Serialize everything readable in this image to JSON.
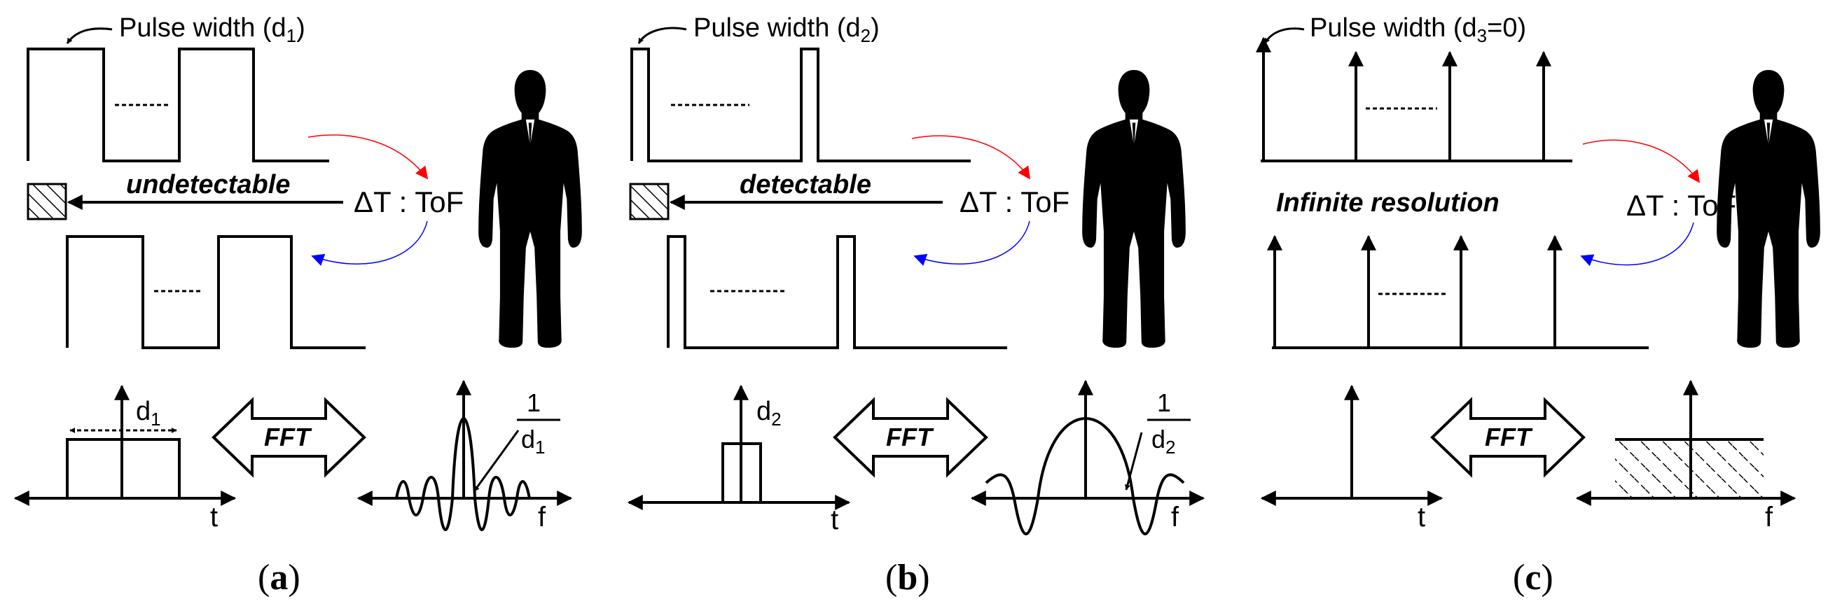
{
  "panels": [
    {
      "id": "a",
      "pulse_label": "Pulse width (d",
      "pulse_sub": "1",
      "pulse_close": ")",
      "status_text": "undetectable",
      "tof_text": "ΔT : ToF",
      "fft_label": "FFT",
      "d_label": "d",
      "d_sub": "1",
      "freq_num": "1",
      "freq_den": "d",
      "freq_den_sub": "1",
      "t_label": "t",
      "f_label": "f",
      "caption_open": "(",
      "caption_letter": "a",
      "caption_close": ")"
    },
    {
      "id": "b",
      "pulse_label": "Pulse width (d",
      "pulse_sub": "2",
      "pulse_close": ")",
      "status_text": "detectable",
      "tof_text": "ΔT : ToF",
      "fft_label": "FFT",
      "d_label": "d",
      "d_sub": "2",
      "freq_num": "1",
      "freq_den": "d",
      "freq_den_sub": "2",
      "t_label": "t",
      "f_label": "f",
      "caption_open": "(",
      "caption_letter": "b",
      "caption_close": ")"
    },
    {
      "id": "c",
      "pulse_label": "Pulse width (d",
      "pulse_sub": "3",
      "pulse_close": "=0)",
      "status_text": "Infinite resolution",
      "tof_text": "ΔT : ToF",
      "fft_label": "FFT",
      "t_label": "t",
      "f_label": "f",
      "caption_open": "(",
      "caption_letter": "c",
      "caption_close": ")"
    }
  ],
  "colors": {
    "tx_arrow": "#ff0000",
    "rx_arrow": "#0000ff",
    "ink": "#000000"
  },
  "icons": [
    "person-silhouette-icon",
    "hatched-detector-icon",
    "fft-double-arrow-icon"
  ]
}
